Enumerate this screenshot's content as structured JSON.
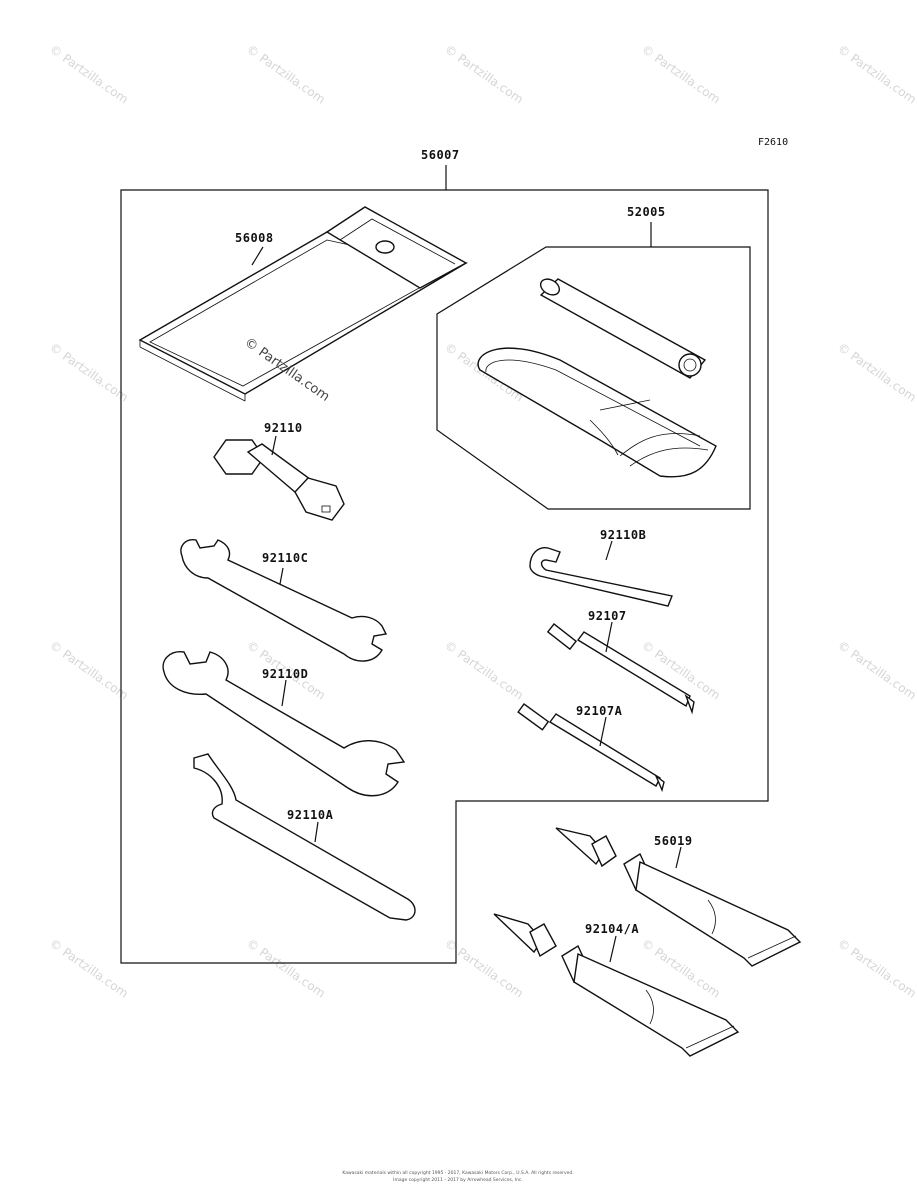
{
  "figure_code": "F2610",
  "callouts": {
    "c56007": "56007",
    "c56008": "56008",
    "c52005": "52005",
    "c92110": "92110",
    "c92110C": "92110C",
    "c92110D": "92110D",
    "c92110A": "92110A",
    "c92110B": "92110B",
    "c92107": "92107",
    "c92107A": "92107A",
    "c56019": "56019",
    "c92104A": "92104/A"
  },
  "watermark": "© Partzilla.com",
  "footer": {
    "line1": "Kawasaki materials within all copyright 1995 - 2017, Kawasaki Motors Corp., U.S.A. All rights reserved.",
    "line2": "Image copyright 2011 - 2017 by Arrowhead Services, Inc."
  }
}
